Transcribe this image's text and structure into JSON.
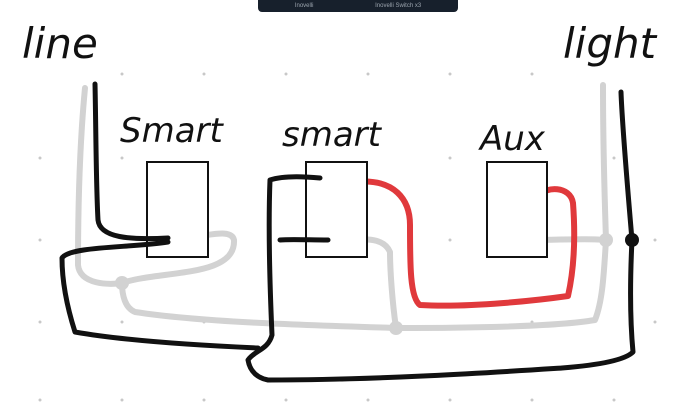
{
  "topbar": {
    "left_label": "Inovelli",
    "right_label": "Inovelli Switch x3"
  },
  "labels": {
    "line": "line",
    "light": "light",
    "switch1": "Smart",
    "switch2": "smart",
    "switch3": "Aux"
  },
  "colors": {
    "hot_wire": "#111111",
    "neutral_wire": "#d2d2d2",
    "traveler_wire": "#e0393c",
    "box_stroke": "#111111",
    "grid_dot": "#c8c8c8"
  }
}
